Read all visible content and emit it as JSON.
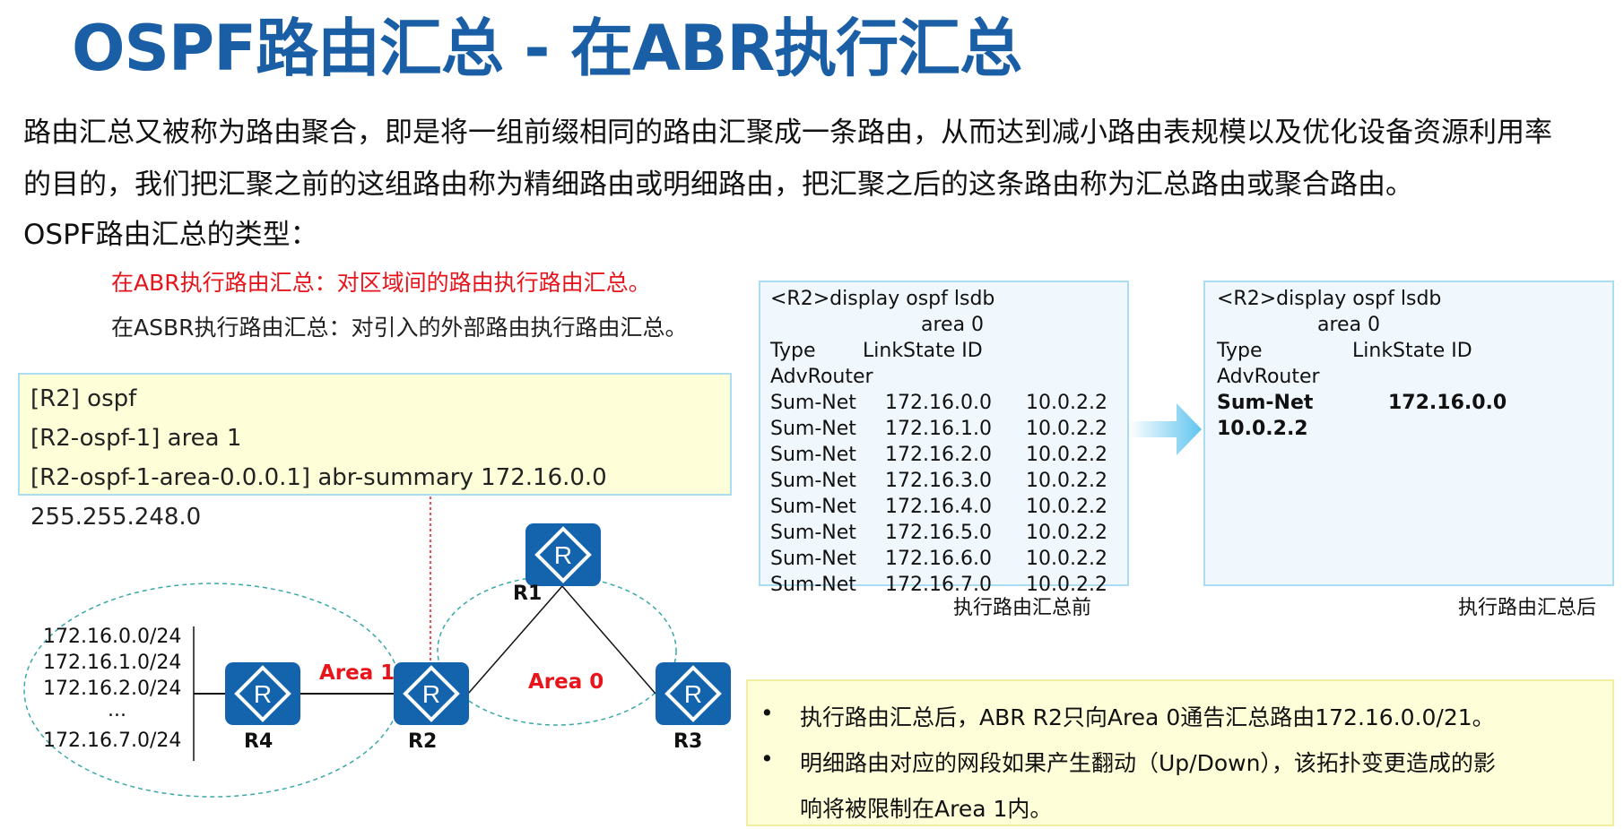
{
  "title": "OSPF路由汇总 - 在ABR执行汇总",
  "intro": [
    "路由汇总又被称为路由聚合，即是将一组前缀相同的路由汇聚成一条路由，从而达到减小路由表规模以及优化设备资源利用率",
    "的目的，我们把汇聚之前的这组路由称为精细路由或明细路由，把汇聚之后的这条路由称为汇总路由或聚合路由。"
  ],
  "types_heading": "OSPF路由汇总的类型：",
  "types": [
    "在ABR执行路由汇总：对区域间的路由执行路由汇总。",
    "在ASBR执行路由汇总：对引入的外部路由执行路由汇总。"
  ],
  "config": [
    "[R2] ospf",
    "[R2-ospf-1] area 1",
    "[R2-ospf-1-area-0.0.0.1] abr-summary 172.16.0.0",
    "255.255.248.0"
  ],
  "before": {
    "cmd": "<R2>display  ospf lsdb",
    "area": "area 0",
    "type": "Type",
    "lsid": "LinkState ID",
    "adv": "AdvRouter",
    "rows": [
      [
        "Sum-Net",
        "172.16.0.0",
        "10.0.2.2"
      ],
      [
        "Sum-Net",
        "172.16.1.0",
        "10.0.2.2"
      ],
      [
        "Sum-Net",
        "172.16.2.0",
        "10.0.2.2"
      ],
      [
        "Sum-Net",
        "172.16.3.0",
        "10.0.2.2"
      ],
      [
        "Sum-Net",
        "172.16.4.0",
        "10.0.2.2"
      ],
      [
        "Sum-Net",
        "172.16.5.0",
        "10.0.2.2"
      ],
      [
        "Sum-Net",
        "172.16.6.0",
        "10.0.2.2"
      ],
      [
        "Sum-Net",
        "172.16.7.0",
        "10.0.2.2"
      ]
    ],
    "caption": "执行路由汇总前"
  },
  "after": {
    "cmd": "<R2>display  ospf lsdb",
    "area": "area 0",
    "type": "Type",
    "lsid": "LinkState ID",
    "adv": "AdvRouter",
    "row": [
      "Sum-Net",
      "172.16.0.0",
      "10.0.2.2"
    ],
    "caption": "执行路由汇总后"
  },
  "networks": [
    "172.16.0.0/24",
    "172.16.1.0/24",
    "172.16.2.0/24",
    "...",
    "172.16.7.0/24"
  ],
  "routers": {
    "r1": "R1",
    "r2": "R2",
    "r3": "R3",
    "r4": "R4",
    "glyph": "R"
  },
  "areas": {
    "a1": "Area 1",
    "a0": "Area 0"
  },
  "notes": [
    "执行路由汇总后，ABR R2只向Area 0通告汇总路由172.16.0.0/21。",
    "明细路由对应的网段如果产生翻动（Up/Down），该拓扑变更造成的影",
    "响将被限制在Area 1内。"
  ],
  "colors": {
    "title": "#1a5fa6",
    "router": "#1463ad",
    "red": "#e8141b"
  }
}
